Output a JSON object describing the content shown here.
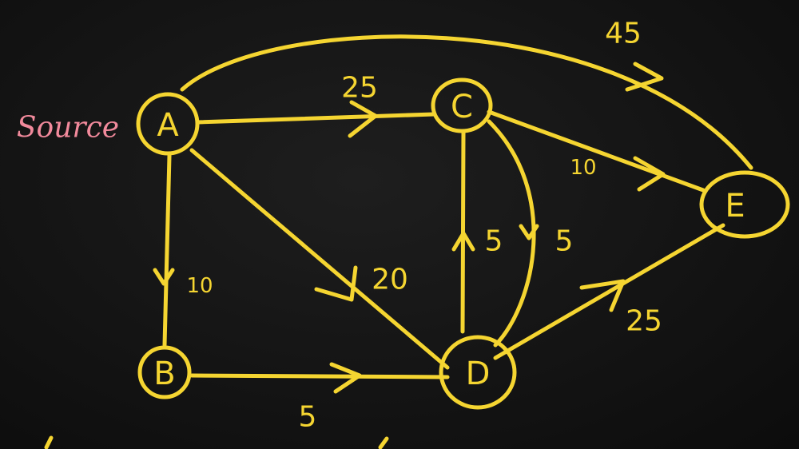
{
  "source_label": "Source",
  "nodes": {
    "A": "A",
    "B": "B",
    "C": "C",
    "D": "D",
    "E": "E"
  },
  "edges": {
    "A_E": "45",
    "A_C": "25",
    "C_E": "10",
    "A_B": "10",
    "A_D": "20",
    "D_C": "5",
    "C_D": "5",
    "B_D": "5",
    "D_E": "25"
  },
  "colors": {
    "chalk": "#f5d531",
    "source": "#f28a9c",
    "board": "#121212"
  }
}
